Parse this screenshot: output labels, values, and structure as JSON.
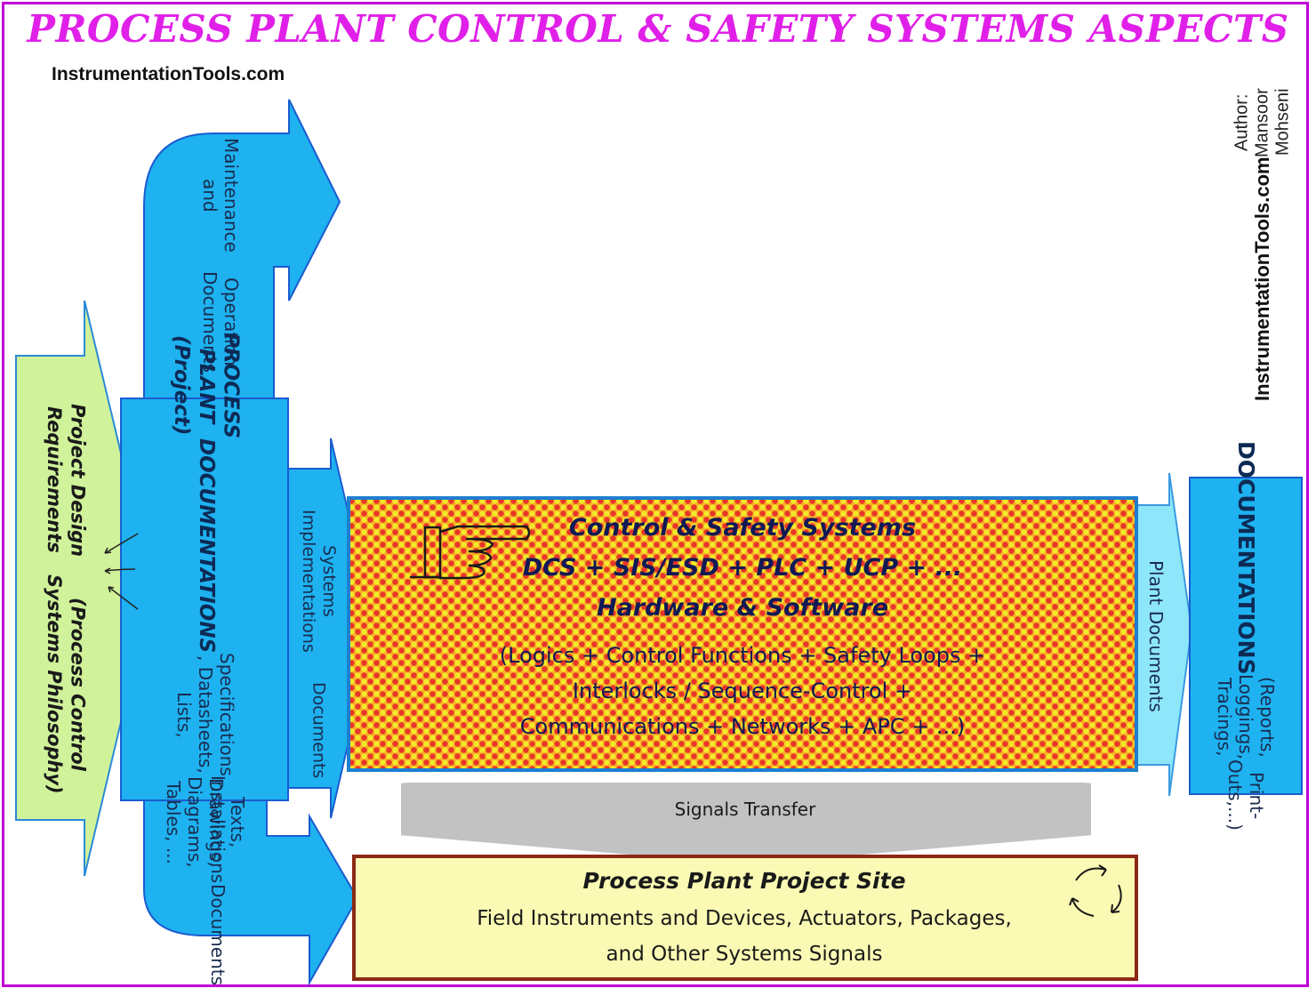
{
  "header": {
    "title": "PROCESS PLANT CONTROL & SAFETY  SYSTEMS ASPECTS",
    "watermark": "InstrumentationTools.com"
  },
  "side_credit": {
    "site": "InstrumentationTools.com",
    "author": "Author: Mansoor Mohseni"
  },
  "left_arrow": {
    "line1": "Project Design Requirements",
    "line2": "(Process Control Systems Philosophy)"
  },
  "project_docs": {
    "title1": "PROCESS PLANT  (Project)",
    "title2": "DOCUMENTATIONS",
    "line1": "Specifications , Datasheets, Lists,",
    "line2": "Texts, Drawings, Diagrams, Tables, ..."
  },
  "top_arrow": {
    "line1": "Maintenance and",
    "line2": "Operation Documents"
  },
  "bottom_arrow": {
    "line1": "Installations",
    "line2": "Documents"
  },
  "mid_arrow": {
    "line1": "Systems Implementations",
    "line2": "Documents"
  },
  "center_box": {
    "line1": "Control & Safety Systems",
    "line2": "DCS + SIS/ESD + PLC + UCP + ...",
    "line3": "Hardware & Software",
    "line4": "(Logics + Control Functions + Safety Loops +",
    "line5": "Interlocks / Sequence-Control +",
    "line6": "Communications + Networks + APC + ...)"
  },
  "right_arrow": {
    "label": "Plant Documents"
  },
  "right_box": {
    "title": "DOCUMENTATIONS",
    "line1": "(Reports, Loggings, Tracings,",
    "line2": "Print-Outs,...)"
  },
  "signals": {
    "label": "Signals Transfer"
  },
  "site_box": {
    "title": "Process Plant Project Site",
    "line1": "Field Instruments and Devices, Actuators, Packages,",
    "line2": "and Other Systems Signals"
  },
  "icons": [
    "pointing-hand-icon",
    "cycle-arrows-icon"
  ],
  "colors": {
    "title": "#e020e8",
    "frame": "#c000d8",
    "blue_fill": "#1eb2f0",
    "light_blue_fill": "#8ee6fa",
    "green_fill": "#cff29a",
    "center_dots_red": "#e8352a",
    "center_dots_yellow": "#f2ea2a",
    "center_bg": "#f7b025",
    "site_fill": "#fafab4",
    "site_border": "#8b2a14",
    "signals_fill": "#c2c2c2"
  }
}
